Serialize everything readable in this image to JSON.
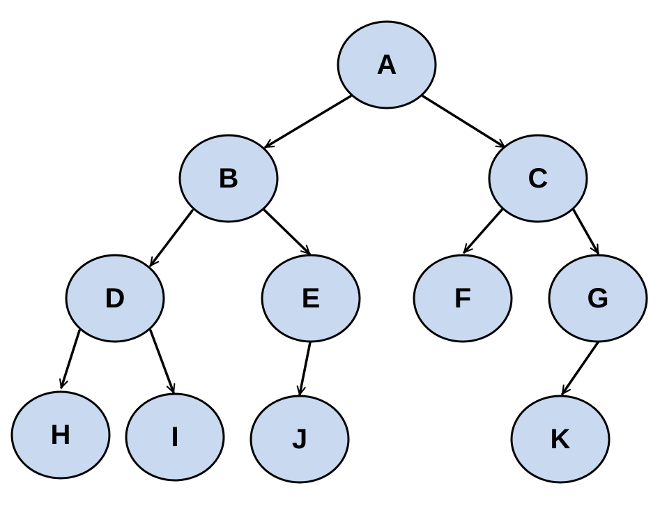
{
  "colors": {
    "node_fill": "#c8d9f0",
    "node_stroke": "#000000",
    "edge_stroke": "#000000",
    "background": "#ffffff"
  },
  "nodes": {
    "A": {
      "label": "A"
    },
    "B": {
      "label": "B"
    },
    "C": {
      "label": "C"
    },
    "D": {
      "label": "D"
    },
    "E": {
      "label": "E"
    },
    "F": {
      "label": "F"
    },
    "G": {
      "label": "G"
    },
    "H": {
      "label": "H"
    },
    "I": {
      "label": "I"
    },
    "J": {
      "label": "J"
    },
    "K": {
      "label": "K"
    }
  },
  "edges": [
    {
      "from": "A",
      "to": "B"
    },
    {
      "from": "A",
      "to": "C"
    },
    {
      "from": "B",
      "to": "D"
    },
    {
      "from": "B",
      "to": "E"
    },
    {
      "from": "C",
      "to": "F"
    },
    {
      "from": "C",
      "to": "G"
    },
    {
      "from": "D",
      "to": "H"
    },
    {
      "from": "D",
      "to": "I"
    },
    {
      "from": "E",
      "to": "J"
    },
    {
      "from": "G",
      "to": "K"
    }
  ]
}
